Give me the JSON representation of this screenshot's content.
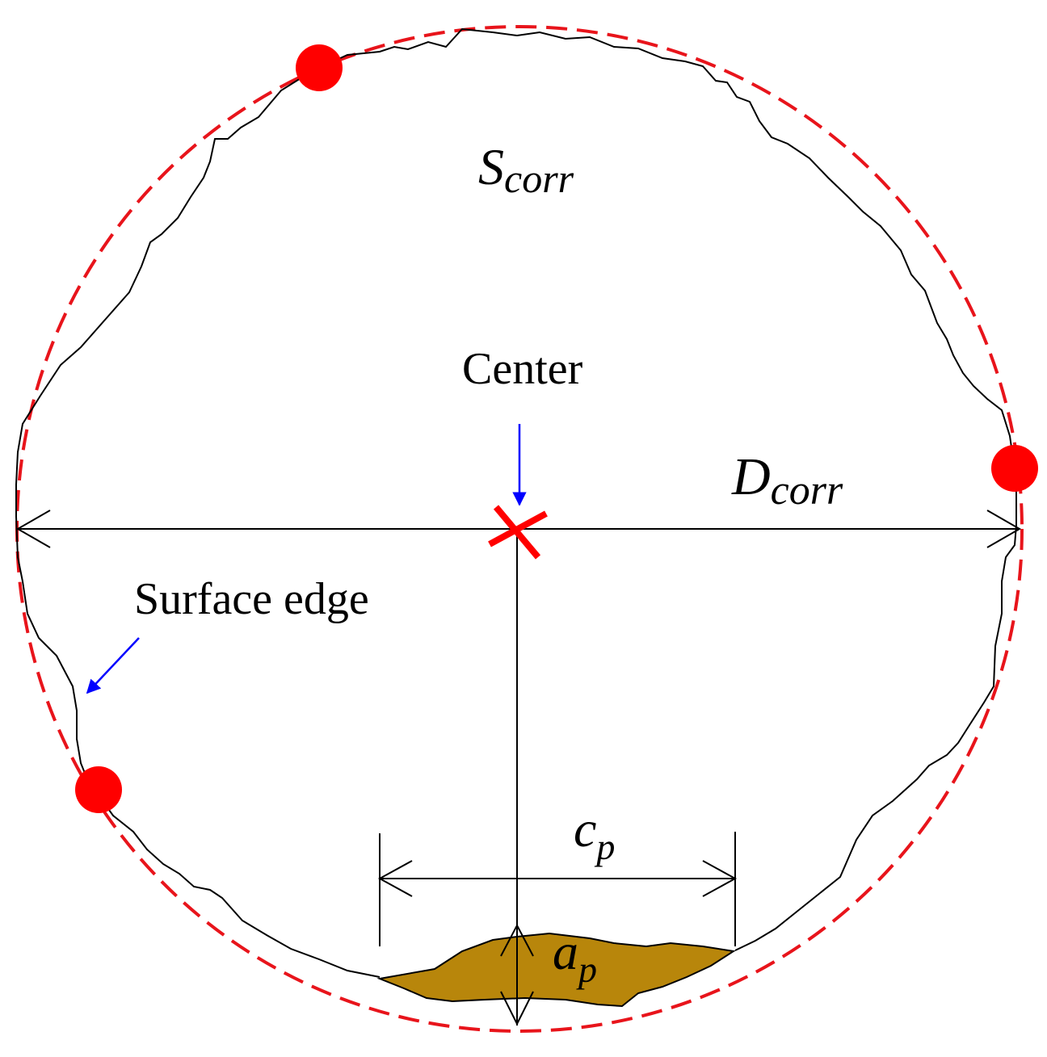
{
  "labels": {
    "s_main": "S",
    "s_sub": "corr",
    "center": "Center",
    "d_main": "D",
    "d_sub": "corr",
    "surface_edge": "Surface edge",
    "c_main": "c",
    "c_sub": "p",
    "a_main": "a",
    "a_sub": "p"
  },
  "colors": {
    "fitted_circle": "#e8141b",
    "marker": "#ff0000",
    "pointer_arrow": "#0000ff",
    "surface_edge": "#000000",
    "pit_fill": "#b8860b",
    "dimension_line": "#000000"
  },
  "icons": {
    "center_marker": "x-cross-marker",
    "edge_points": "red-dot-marker"
  }
}
